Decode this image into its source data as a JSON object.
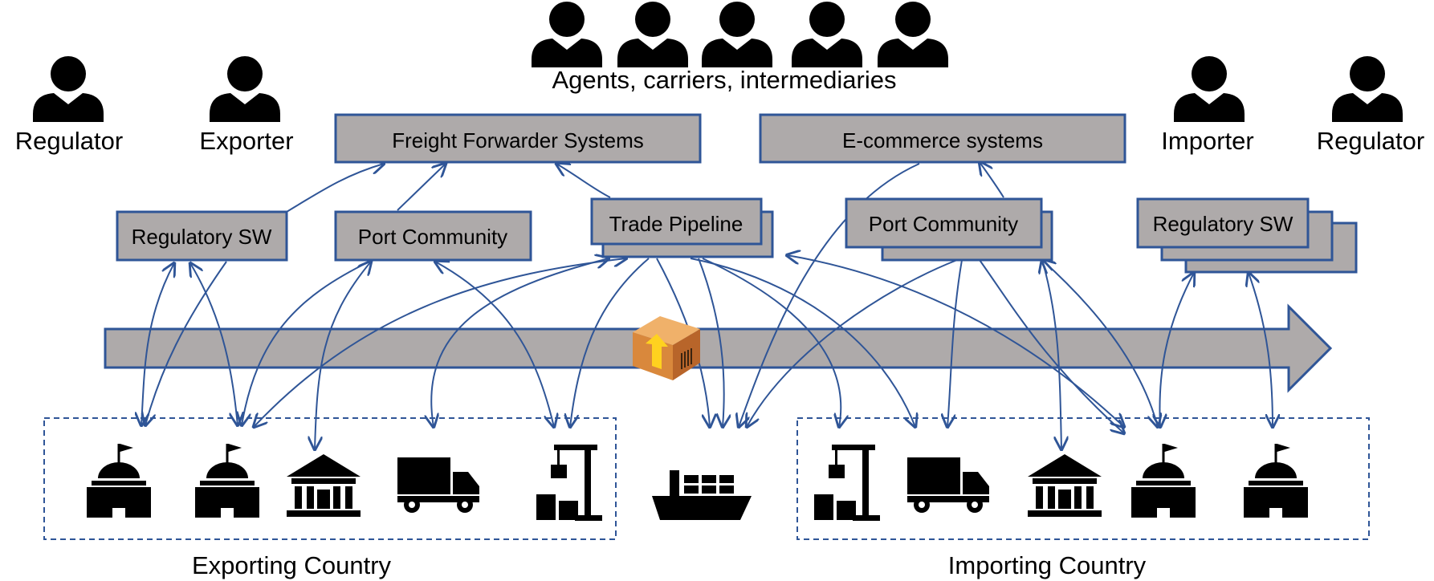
{
  "labels": {
    "group_top": "Agents, carriers, intermediaries",
    "regulator_left": "Regulator",
    "exporter": "Exporter",
    "importer": "Importer",
    "regulator_right": "Regulator",
    "exporting_country": "Exporting Country",
    "importing_country": "Importing Country"
  },
  "systems": {
    "freight_forwarder": "Freight Forwarder Systems",
    "ecommerce": "E-commerce systems",
    "regulatory_sw_left": "Regulatory SW",
    "port_community_left": "Port Community",
    "trade_pipeline": "Trade Pipeline",
    "port_community_right": "Port Community",
    "regulatory_sw_right": "Regulatory SW"
  },
  "colors": {
    "box_fill": "#aeaaaa",
    "box_border": "#2f5597",
    "arrow": "#2f5597",
    "pipeline": "#aeaaaa"
  },
  "icons": {
    "people": "person-icon",
    "government": "government-building-icon",
    "bank": "bank-icon",
    "truck": "truck-icon",
    "port_crane": "port-crane-icon",
    "ship": "cargo-ship-icon",
    "package": "package-icon"
  }
}
